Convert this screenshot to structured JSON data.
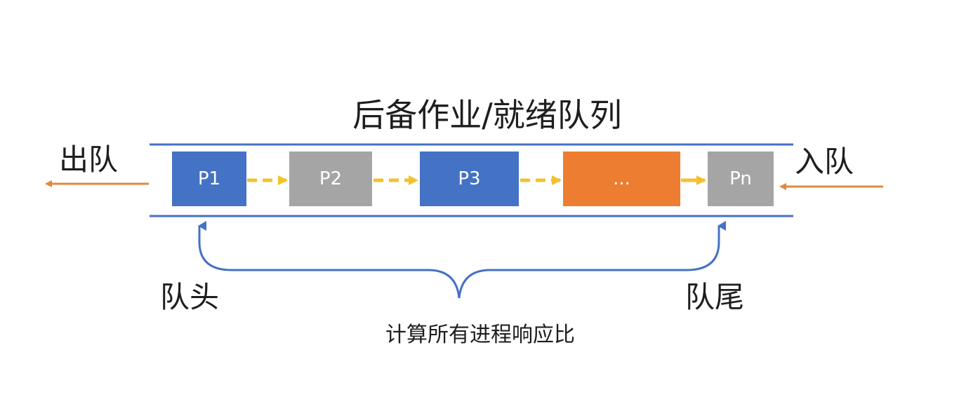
{
  "title": "后备作业/就绪队列",
  "labels": {
    "dequeue": "出队",
    "enqueue": "入队",
    "queue_head": "队头",
    "queue_tail": "队尾",
    "compute": "计算所有进程响应比"
  },
  "processes": [
    {
      "label": "P1",
      "color": "#4472c4"
    },
    {
      "label": "P2",
      "color": "#a5a5a5"
    },
    {
      "label": "P3",
      "color": "#4472c4"
    },
    {
      "label": "...",
      "color": "#ed7d31"
    },
    {
      "label": "Pn",
      "color": "#a5a5a5"
    }
  ],
  "colors": {
    "queue_border": "#4472c4",
    "flow_arrow": "#f2c12e",
    "io_arrow": "#e0893e",
    "brace": "#4472c4"
  }
}
